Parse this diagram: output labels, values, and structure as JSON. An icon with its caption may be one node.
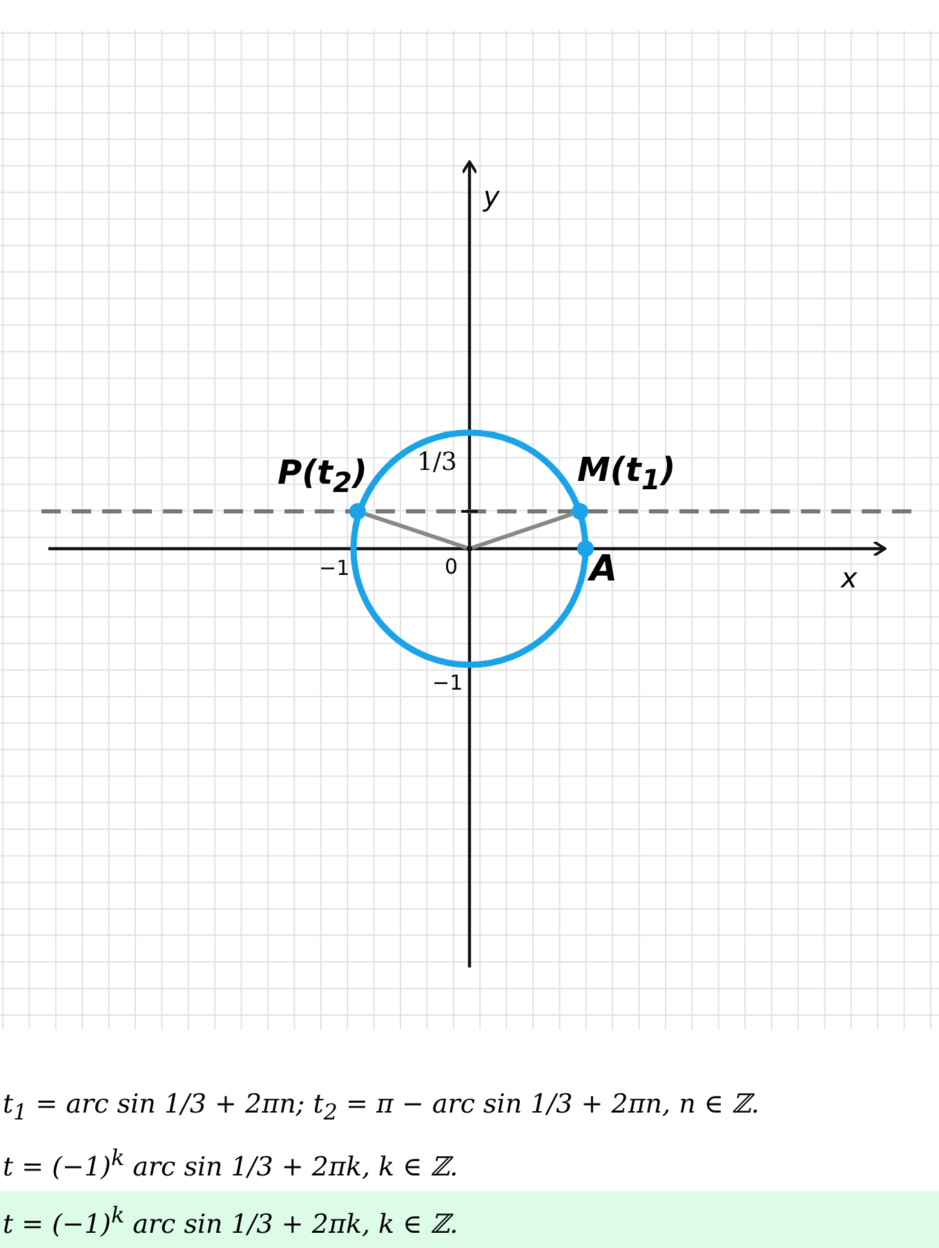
{
  "diagram": {
    "nodes": [
      {
        "text": [
          "0"
        ]
      },
      {
        "text": [
          "P(t$_{2}$)"
        ]
      },
      {
        "text": [
          "M(t$_{1}$)"
        ]
      },
      {
        "text": [
          "A"
        ]
      },
      {
        "text": [
          "t = (−1)$^{k}$ arc sin 1/3 + 2πk,  k ∈ ℤ."
        ]
      }
    ],
    "edges": [
      {
        "from": 0,
        "to": 1,
        "arrow": "none"
      },
      {
        "from": 0,
        "to": 2,
        "arrow": "none"
      }
    ],
    "labels": [
      "y",
      "1/3",
      "−1",
      "x",
      "−1",
      "t$_{1}$ = arc sin 1/3 + 2πn; t$_{2}$ = π − arc sin 1/3 + 2πn, n ∈ ℤ.",
      "t = (−1)$^{k}$ arc sin 1/3 + 2πk,  k ∈ ℤ."
    ]
  }
}
